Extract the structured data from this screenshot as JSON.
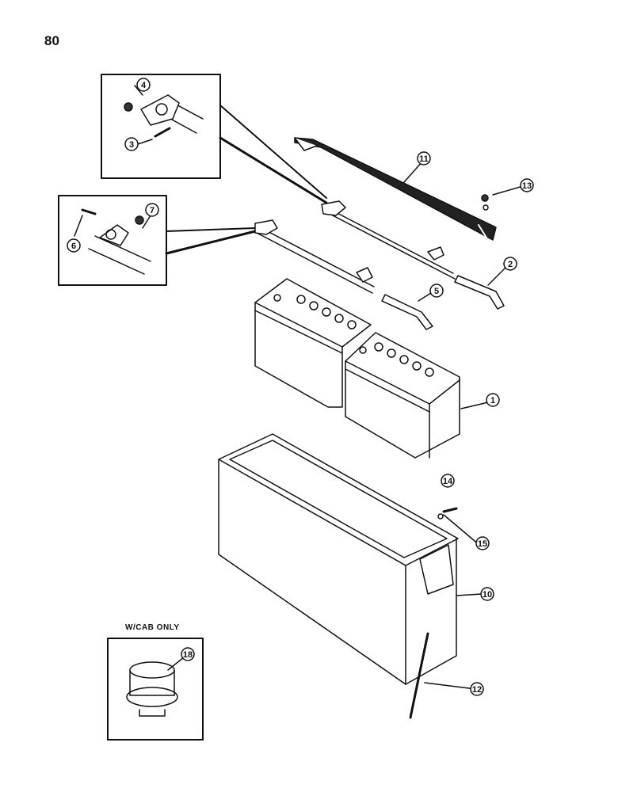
{
  "page": {
    "number": "80"
  },
  "inset_note": "W/CAB ONLY",
  "callouts": [
    {
      "id": "c1",
      "label": "1"
    },
    {
      "id": "c2",
      "label": "2"
    },
    {
      "id": "c3",
      "label": "3"
    },
    {
      "id": "c4",
      "label": "4"
    },
    {
      "id": "c5",
      "label": "5"
    },
    {
      "id": "c6",
      "label": "6"
    },
    {
      "id": "c7",
      "label": "7"
    },
    {
      "id": "c10",
      "label": "10"
    },
    {
      "id": "c11",
      "label": "11"
    },
    {
      "id": "c12",
      "label": "12"
    },
    {
      "id": "c13",
      "label": "13"
    },
    {
      "id": "c14",
      "label": "14"
    },
    {
      "id": "c15",
      "label": "15"
    },
    {
      "id": "c18",
      "label": "18"
    }
  ]
}
